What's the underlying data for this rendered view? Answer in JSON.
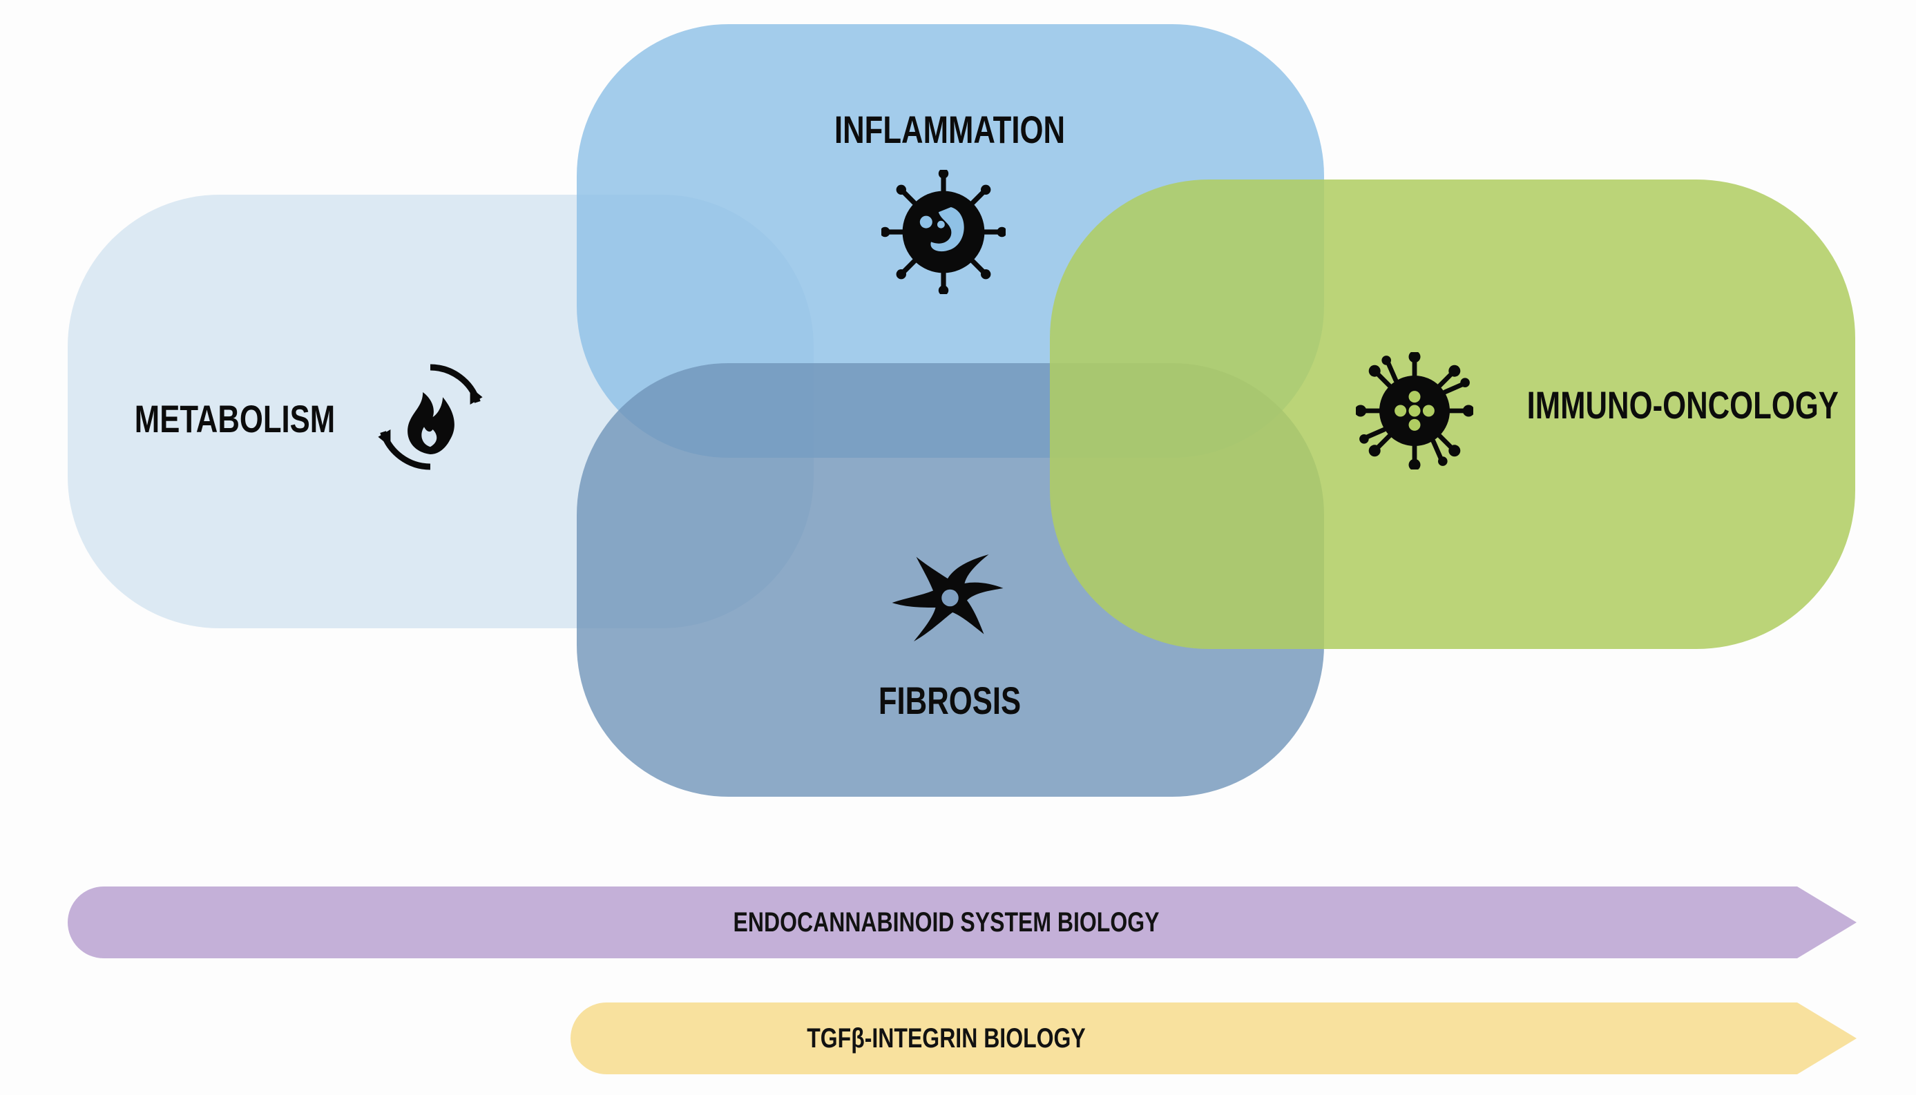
{
  "areas": {
    "metabolism": {
      "label": "METABOLISM",
      "color": "#d2e3f0"
    },
    "inflammation": {
      "label": "INFLAMMATION",
      "color": "#8fc1e6"
    },
    "fibrosis": {
      "label": "FIBROSIS",
      "color": "#7195b9"
    },
    "immuno_oncology": {
      "label": "IMMUNO-ONCOLOGY",
      "color": "#b0cd62"
    }
  },
  "pipelines": [
    {
      "label": "ENDOCANNABINOID SYSTEM BIOLOGY",
      "color": "#c4b0d8"
    },
    {
      "label": "TGFβ-INTEGRIN BIOLOGY",
      "color": "#f8e19e"
    }
  ],
  "icons": [
    "metabolism-cycle-flame-icon",
    "inflammation-cell-icon",
    "fibrosis-cell-icon",
    "virus-icon"
  ]
}
